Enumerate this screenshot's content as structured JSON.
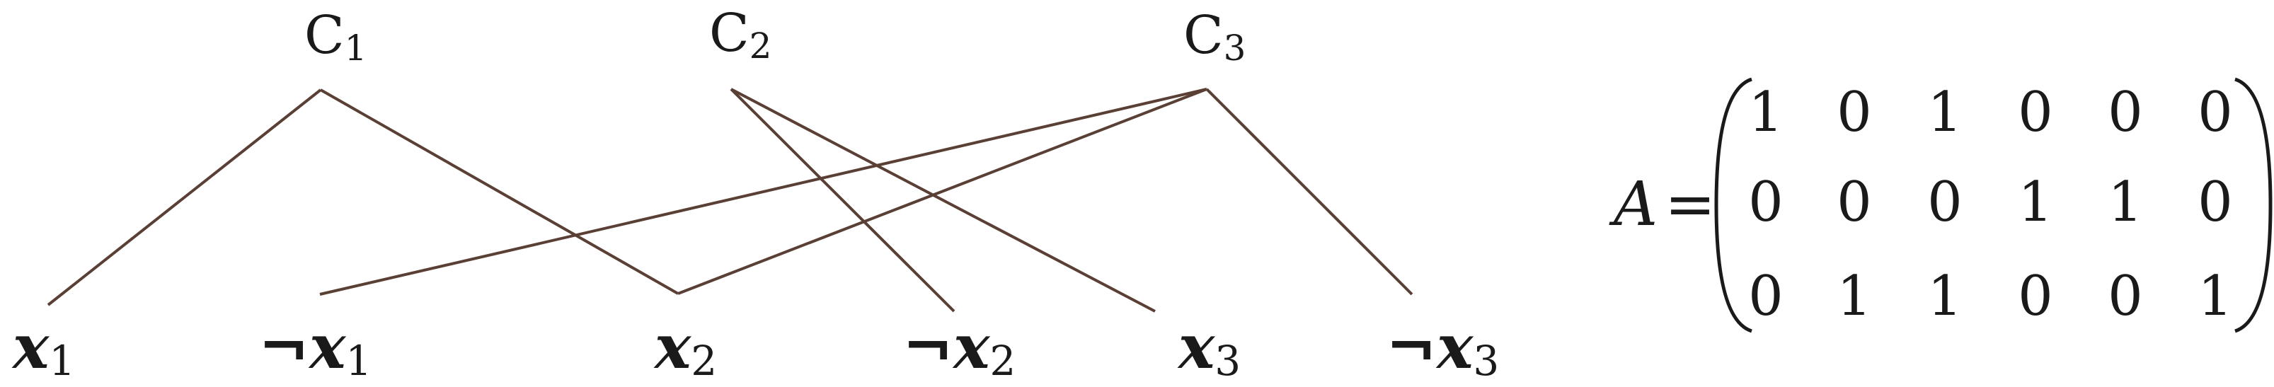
{
  "clauses": [
    {
      "id": "c1",
      "base": "C",
      "sub": "1"
    },
    {
      "id": "c2",
      "base": "C",
      "sub": "2"
    },
    {
      "id": "c3",
      "base": "C",
      "sub": "3"
    }
  ],
  "literals": [
    {
      "id": "x1",
      "neg": "",
      "base": "x",
      "sub": "1"
    },
    {
      "id": "nx1",
      "neg": "¬",
      "base": "x",
      "sub": "1"
    },
    {
      "id": "x2",
      "neg": "",
      "base": "x",
      "sub": "2"
    },
    {
      "id": "nx2",
      "neg": "¬",
      "base": "x",
      "sub": "2"
    },
    {
      "id": "x3",
      "neg": "",
      "base": "x",
      "sub": "3"
    },
    {
      "id": "nx3",
      "neg": "¬",
      "base": "x",
      "sub": "3"
    }
  ],
  "edges": [
    [
      "c1",
      "x1"
    ],
    [
      "c1",
      "x2"
    ],
    [
      "c2",
      "nx2"
    ],
    [
      "c2",
      "x3"
    ],
    [
      "c3",
      "nx1"
    ],
    [
      "c3",
      "x2"
    ],
    [
      "c3",
      "nx3"
    ]
  ],
  "matrix": {
    "lhs": "A",
    "eq": "=",
    "rows": [
      [
        "1",
        "0",
        "1",
        "0",
        "0",
        "0"
      ],
      [
        "0",
        "0",
        "0",
        "1",
        "1",
        "0"
      ],
      [
        "0",
        "1",
        "1",
        "0",
        "0",
        "1"
      ]
    ]
  },
  "colors": {
    "edge": "#5a3f35",
    "text": "#1a1a1a"
  }
}
